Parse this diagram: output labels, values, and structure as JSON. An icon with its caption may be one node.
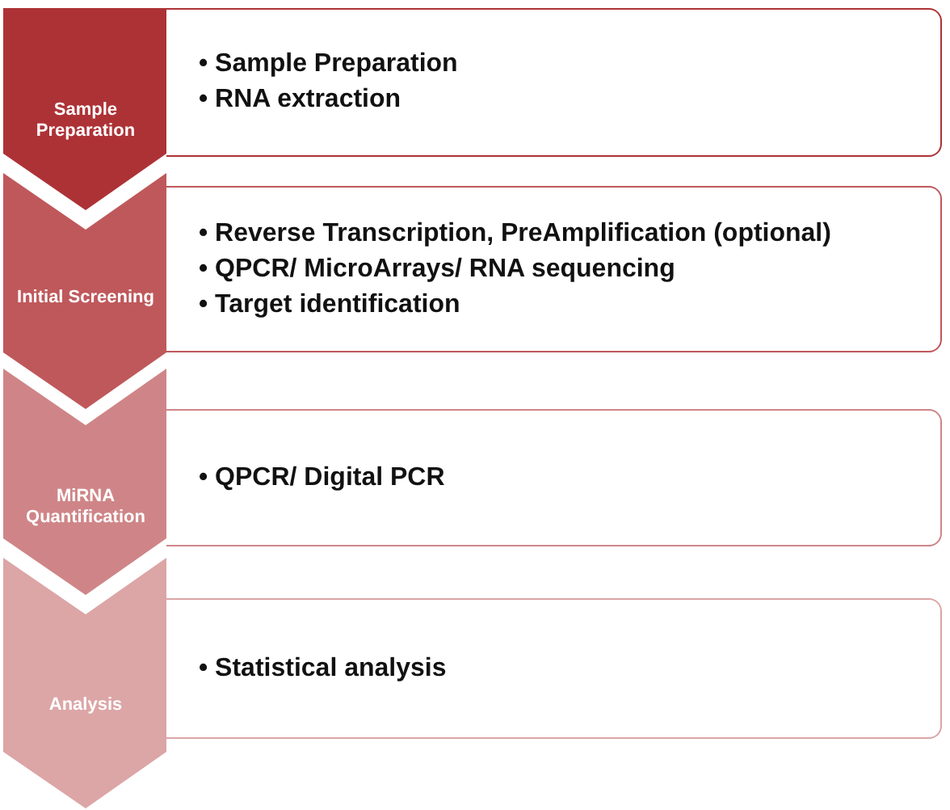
{
  "diagram": {
    "nodes": [
      {
        "text": [
          "Sample Preparation"
        ]
      },
      {
        "text": [
          "• Sample Preparation",
          "• RNA extraction"
        ]
      },
      {
        "text": [
          "Initial Screening"
        ]
      },
      {
        "text": [
          "• Reverse Transcription, PreAmplification (optional)",
          "• QPCR/ MicroArrays/ RNA sequencing",
          "• Target identification"
        ]
      },
      {
        "text": [
          "MiRNA Quantification"
        ]
      },
      {
        "text": [
          "• QPCR/ Digital PCR"
        ]
      },
      {
        "text": [
          "Analysis"
        ]
      },
      {
        "text": [
          "• Statistical analysis"
        ]
      }
    ]
  }
}
